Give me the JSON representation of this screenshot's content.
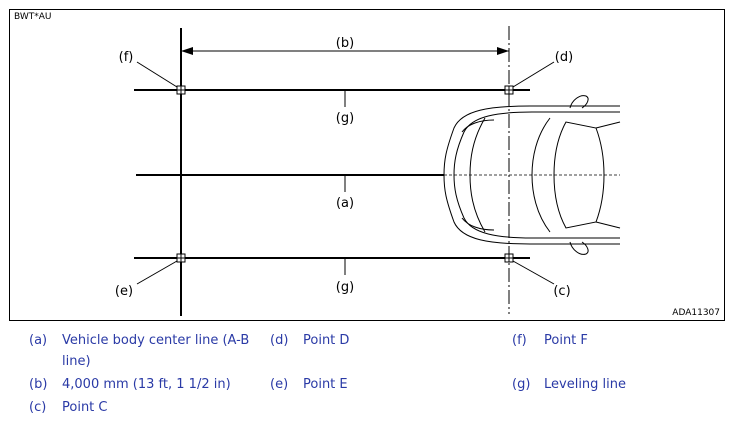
{
  "figure": {
    "code_top": "BWT*AU",
    "code_bottom": "ADA11307",
    "labels": {
      "a": "(a)",
      "b": "(b)",
      "c": "(c)",
      "d": "(d)",
      "e": "(e)",
      "f": "(f)",
      "g_top": "(g)",
      "g_bottom": "(g)"
    }
  },
  "legend": [
    {
      "key": "(a)",
      "text": "Vehicle body center line (A-B",
      "text2": "line)"
    },
    {
      "key": "(b)",
      "text": "4,000 mm (13 ft, 1 1/2 in)"
    },
    {
      "key": "(c)",
      "text": "Point C"
    },
    {
      "key": "(d)",
      "text": "Point D"
    },
    {
      "key": "(e)",
      "text": "Point E"
    },
    {
      "key": "(f)",
      "text": "Point F"
    },
    {
      "key": "(g)",
      "text": "Leveling line"
    }
  ]
}
